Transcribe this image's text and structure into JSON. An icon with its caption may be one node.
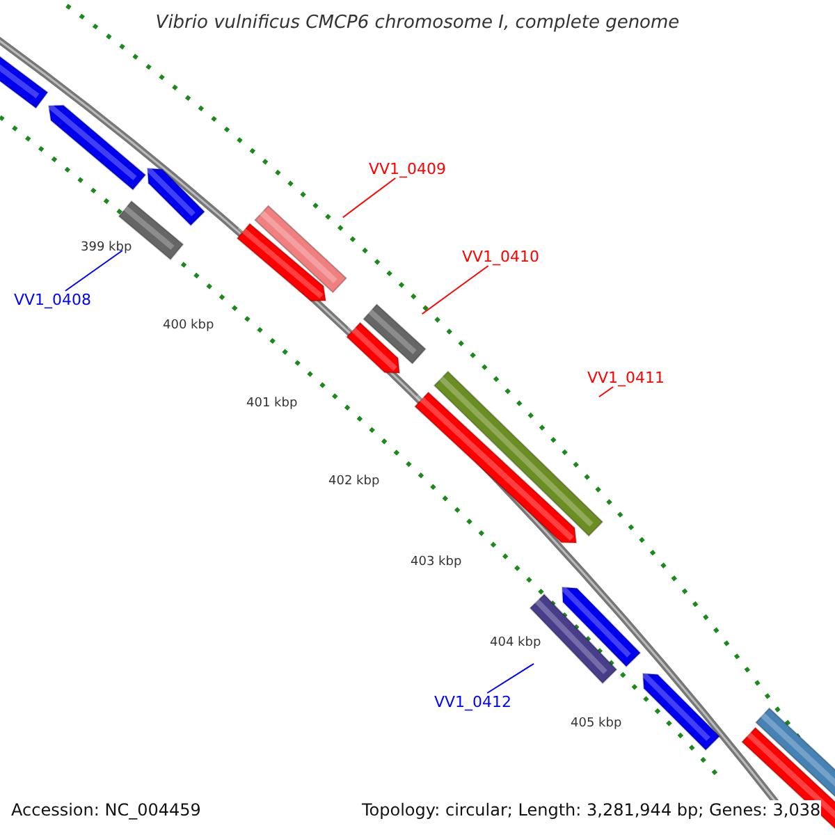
{
  "diagram": {
    "title": "Vibrio vulnificus CMCP6 chromosome I, complete genome",
    "nodes": [
      {
        "text": [
          "VV1_0408"
        ]
      },
      {
        "text": [],
        "shape": "bar"
      },
      {
        "text": [
          "VV1_0409"
        ]
      },
      {
        "text": [],
        "shape": "bar"
      },
      {
        "text": [
          "VV1_0410"
        ]
      },
      {
        "text": [],
        "shape": "bar"
      },
      {
        "text": [
          "VV1_0411"
        ]
      },
      {
        "text": [],
        "shape": "bar"
      },
      {
        "text": [
          "VV1_0412"
        ]
      },
      {
        "text": [],
        "shape": "bar"
      }
    ],
    "edges": [
      {
        "from": 0,
        "to": 1,
        "arrow": "none",
        "color": "#0000ff"
      },
      {
        "from": 2,
        "to": 3,
        "arrow": "none",
        "color": "#ff0000"
      },
      {
        "from": 4,
        "to": 5,
        "arrow": "none",
        "color": "#ff0000"
      },
      {
        "from": 6,
        "to": 7,
        "arrow": "none",
        "color": "#ff0000"
      },
      {
        "from": 8,
        "to": 9,
        "arrow": "none",
        "color": "#0000ff"
      }
    ],
    "labels": [
      "399 kbp",
      "400 kbp",
      "401 kbp",
      "402 kbp",
      "403 kbp",
      "404 kbp",
      "405 kbp",
      "Accession: NC_004459",
      "Topology: circular; Length: 3,281,944 bp; Genes: 3,038"
    ]
  }
}
